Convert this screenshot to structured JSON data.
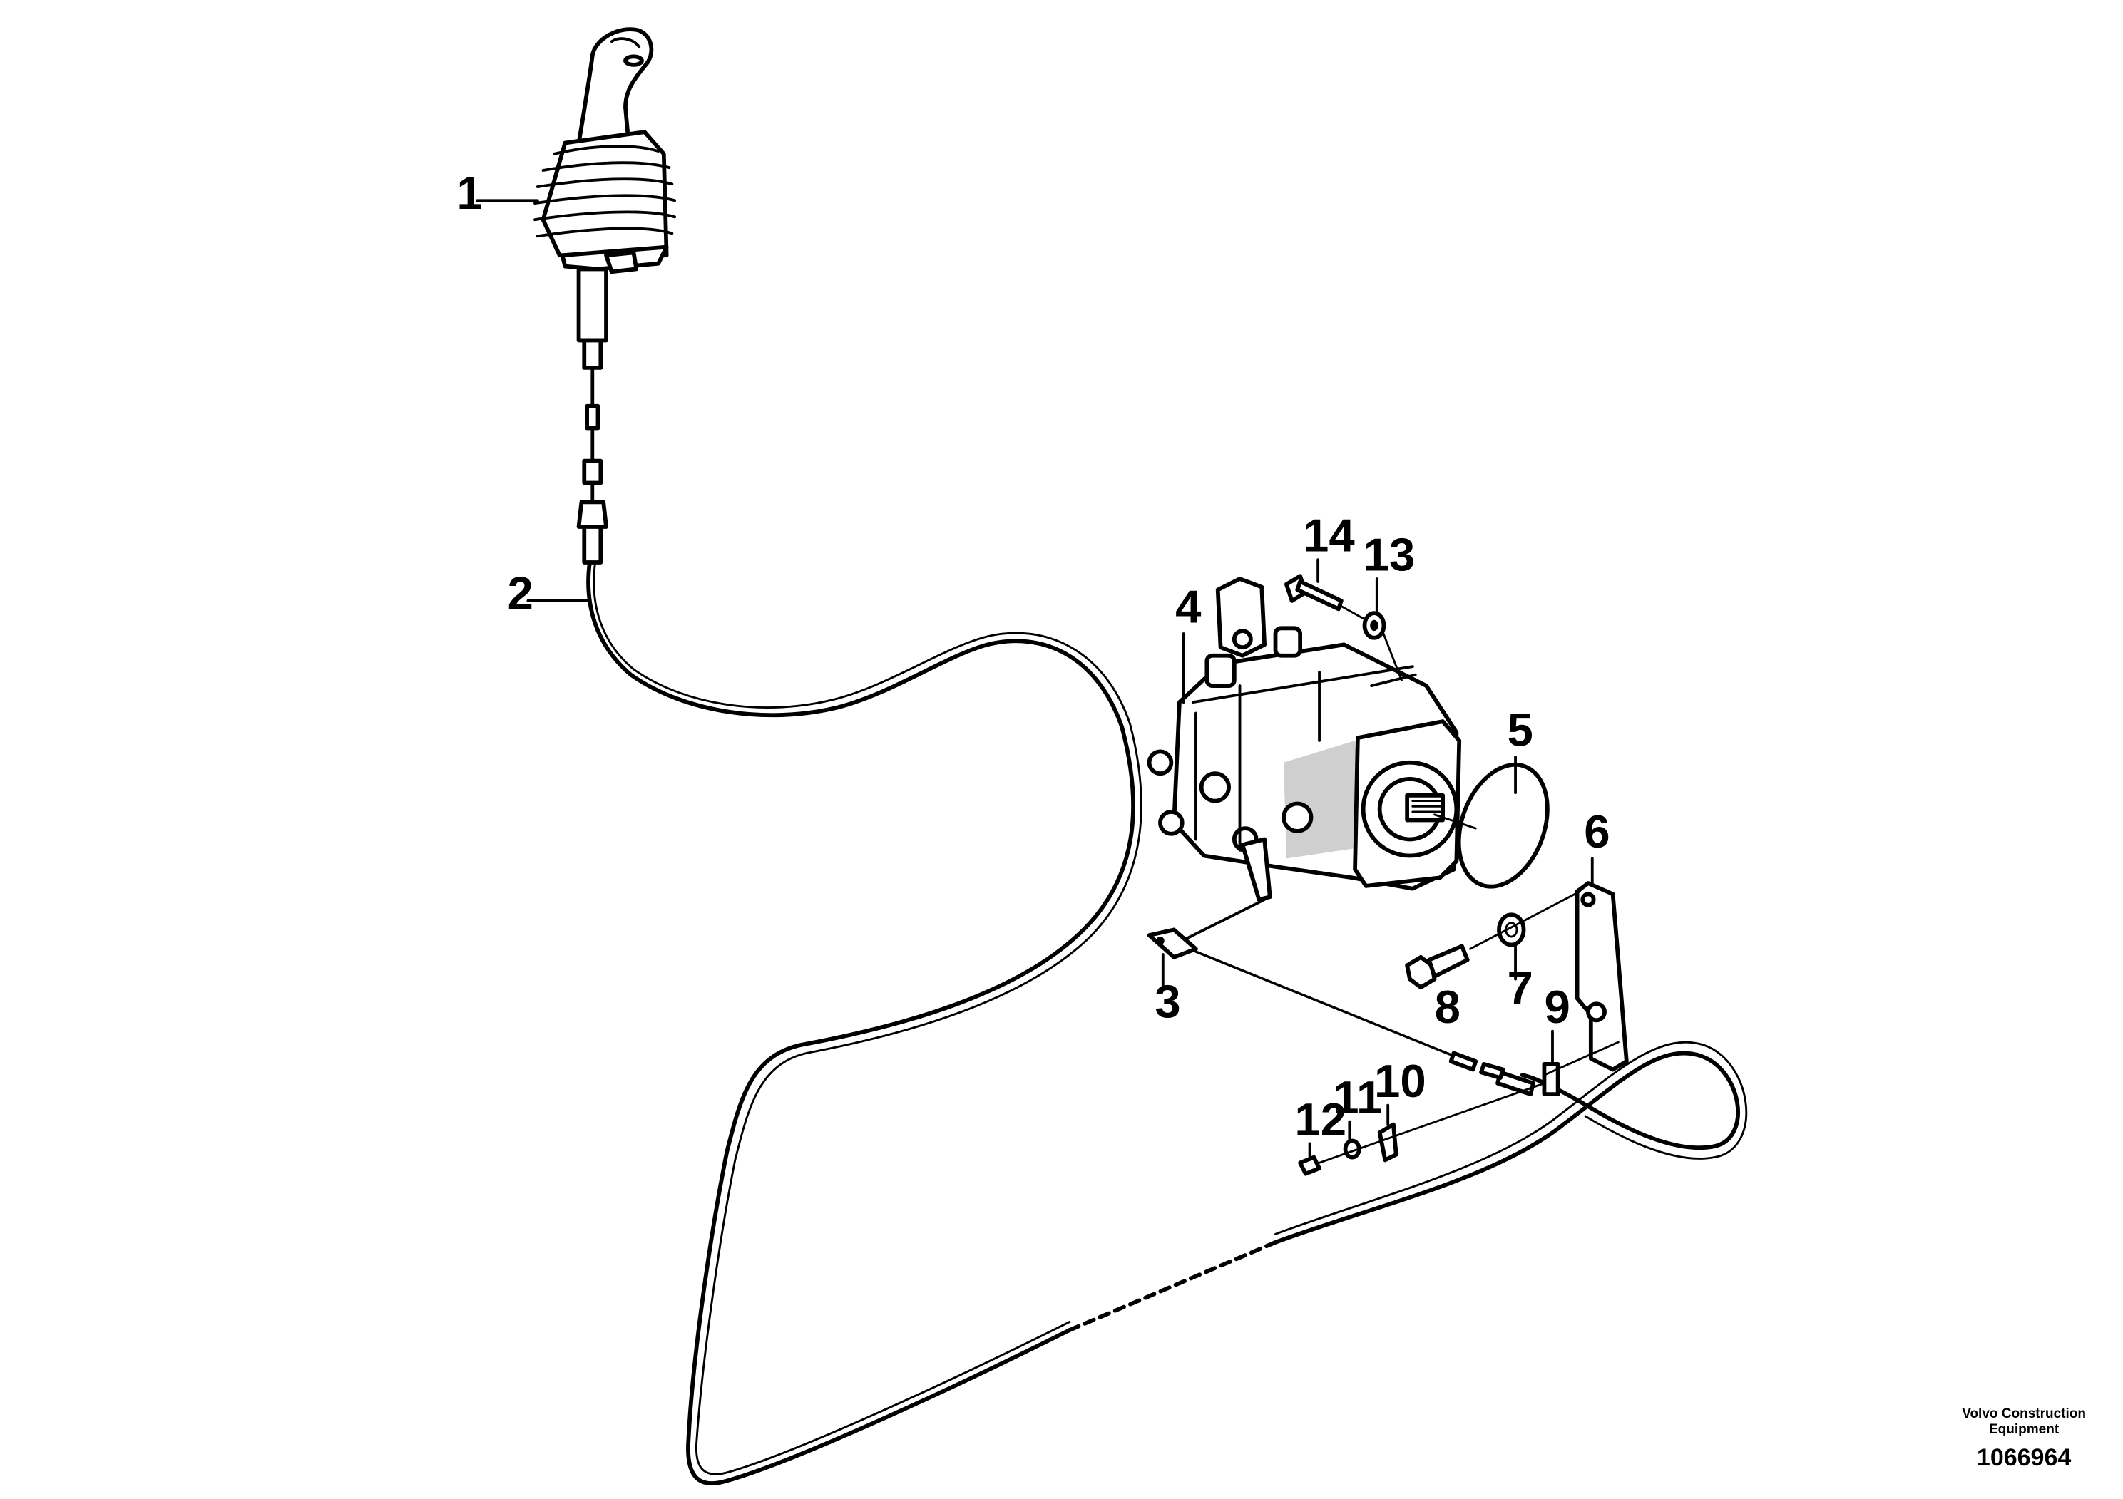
{
  "callouts": [
    {
      "label": "1"
    },
    {
      "label": "2"
    },
    {
      "label": "3"
    },
    {
      "label": "4"
    },
    {
      "label": "5"
    },
    {
      "label": "6"
    },
    {
      "label": "7"
    },
    {
      "label": "8"
    },
    {
      "label": "9"
    },
    {
      "label": "10"
    },
    {
      "label": "11"
    },
    {
      "label": "12"
    },
    {
      "label": "13"
    },
    {
      "label": "14"
    }
  ],
  "footer": {
    "org_line1": "Volvo Construction",
    "org_line2": "Equipment",
    "drawing_number": "1066964"
  }
}
